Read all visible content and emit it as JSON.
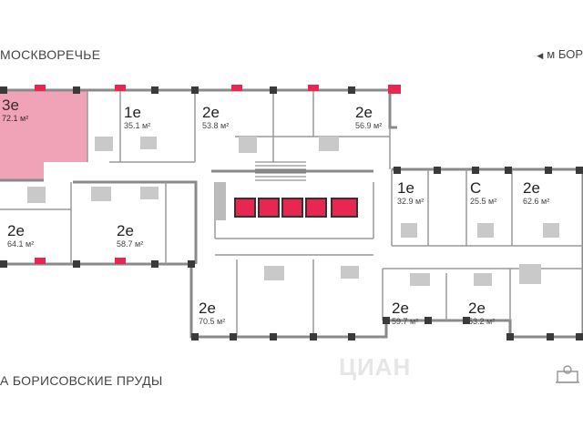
{
  "streets": {
    "top": "МОСКВОРЕЧЬЕ",
    "bottom": "А БОРИСОВСКИЕ ПРУДЫ",
    "metro": "м БОР"
  },
  "watermark": "ЦИАН",
  "accent_color": "#e8264f",
  "selected_fill": "#f0a3b6",
  "apartments": [
    {
      "type": "3е",
      "area": "72.1 м²",
      "selected": true
    },
    {
      "type": "1е",
      "area": "35.1 м²"
    },
    {
      "type": "2е",
      "area": "53.8 м²"
    },
    {
      "type": "2е",
      "area": "56.9 м²"
    },
    {
      "type": "1е",
      "area": "32.9 м²"
    },
    {
      "type": "С",
      "area": "25.5 м²"
    },
    {
      "type": "2е",
      "area": "62.6 м²"
    },
    {
      "type": "2е",
      "area": "64.1 м²"
    },
    {
      "type": "2е",
      "area": "58.7 м²"
    },
    {
      "type": "2е",
      "area": "70.5 м²"
    },
    {
      "type": "2е",
      "area": "59.7 м²"
    },
    {
      "type": "2е",
      "area": "53.2 м²"
    }
  ],
  "icons": [
    "metro-arrow-icon",
    "compass-icon"
  ]
}
